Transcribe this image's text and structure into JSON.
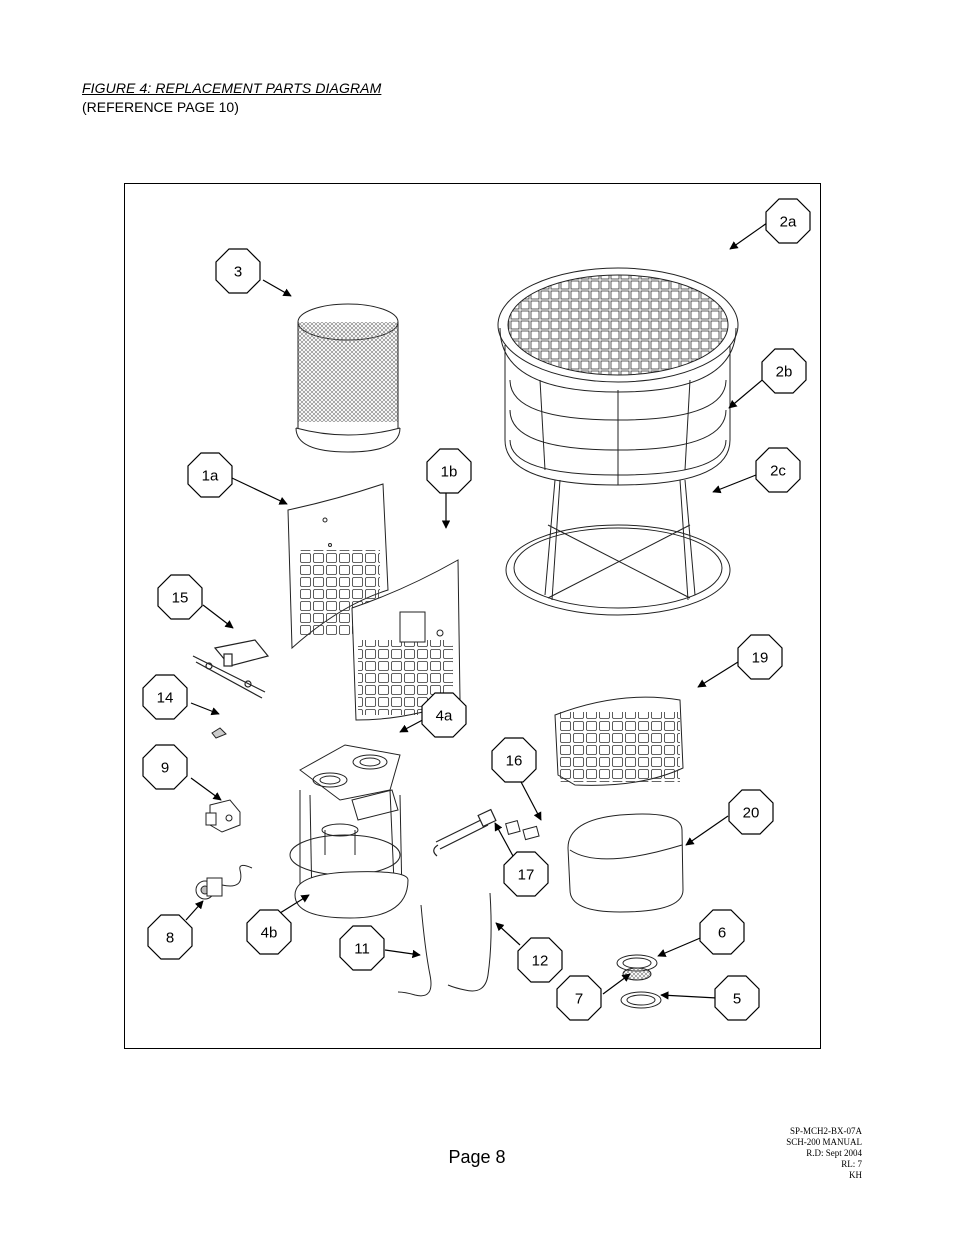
{
  "header": {
    "title": "FIGURE 4: REPLACEMENT PARTS DIAGRAM",
    "subtitle": "(REFERENCE PAGE 10)"
  },
  "callouts": {
    "c2a": "2a",
    "c3": "3",
    "c2b": "2b",
    "c1a": "1a",
    "c1b": "1b",
    "c2c": "2c",
    "c15": "15",
    "c19": "19",
    "c14": "14",
    "c4a": "4a",
    "c9": "9",
    "c16": "16",
    "c20": "20",
    "c17": "17",
    "c8": "8",
    "c4b": "4b",
    "c6": "6",
    "c11": "11",
    "c12": "12",
    "c7": "7",
    "c5": "5"
  },
  "footer": {
    "page": "Page 8",
    "doc_lines": [
      "SP-MCH2-BX-07A",
      "SCH-200 MANUAL",
      "R.D: Sept 2004",
      "RL: 7",
      "KH"
    ]
  }
}
